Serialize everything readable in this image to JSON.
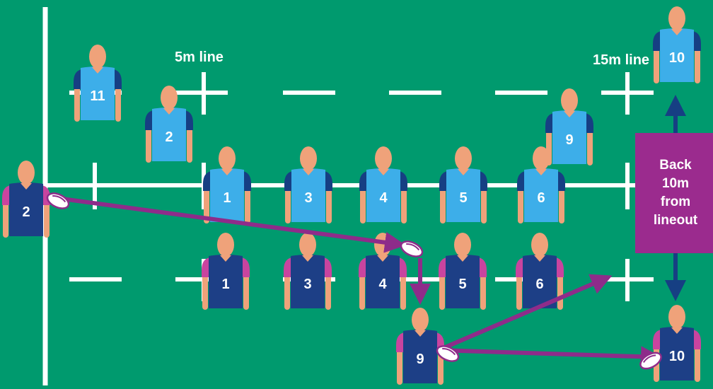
{
  "colors": {
    "pitch": "#009a6e",
    "line": "#ffffff",
    "attack_shirt": "#3daee9",
    "attack_sleeve": "#163f83",
    "defence_shirt": "#1d3f86",
    "defence_sleeve": "#c9449f",
    "skin": "#efa27a",
    "arrow": "#8e2c8a",
    "callout": "#9b2b8e"
  },
  "labels": {
    "five_m": "5m line",
    "fifteen_m": "15m line"
  },
  "callout": {
    "line1": "Back",
    "line2": "10m",
    "line3": "from",
    "line4": "lineout"
  },
  "team_light": [
    "11",
    "2",
    "1",
    "3",
    "4",
    "5",
    "6",
    "9",
    "10"
  ],
  "team_dark": [
    "2",
    "1",
    "3",
    "4",
    "5",
    "6",
    "9",
    "10"
  ],
  "icons": [
    "rugby-ball-icon",
    "pass-arrow-icon",
    "run-arrow-icon"
  ]
}
